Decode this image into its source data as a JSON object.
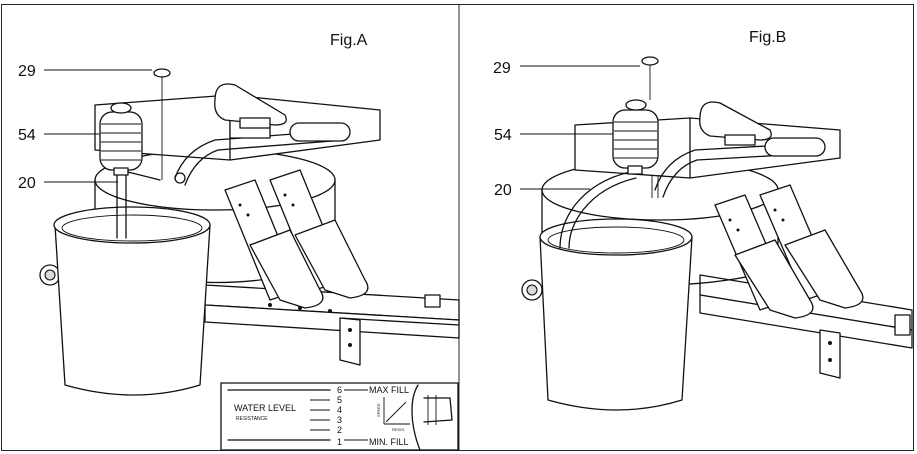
{
  "figures": [
    {
      "title": "Fig.A",
      "callouts": [
        "29",
        "54",
        "20"
      ]
    },
    {
      "title": "Fig.B",
      "callouts": [
        "29",
        "54",
        "20"
      ]
    }
  ],
  "water_level_chart": {
    "title": "WATER LEVEL",
    "subtitle": "RESISTANCE",
    "levels": [
      "6",
      "5",
      "4",
      "3",
      "2",
      "1"
    ],
    "max_label": "MAX FILL",
    "min_label": "MIN. FILL",
    "graph_y_label": "SPEED",
    "graph_x_label": "RESIS."
  }
}
